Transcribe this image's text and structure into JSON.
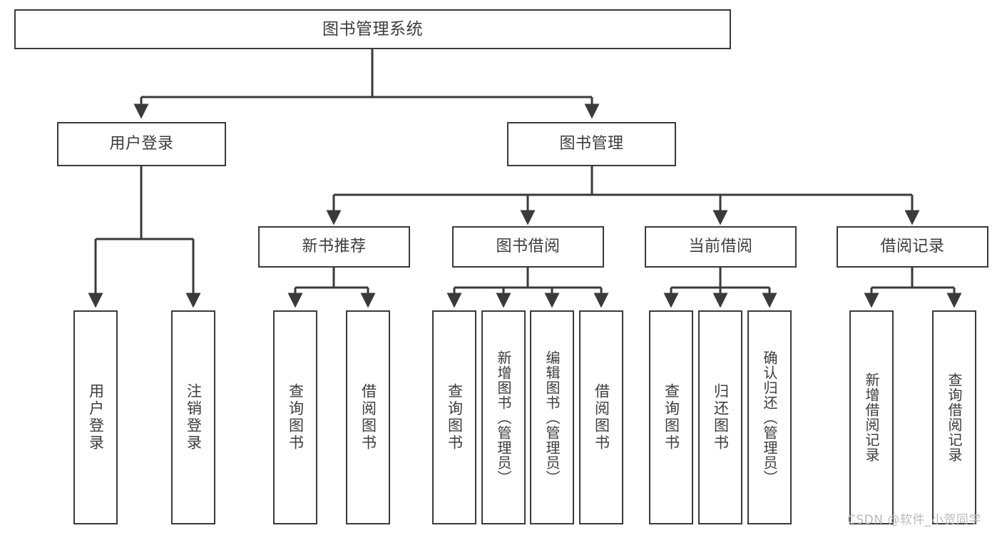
{
  "diagram": {
    "title": "图书管理系统",
    "type": "tree-hierarchy-chart",
    "colors": {
      "box_border": "#3a3a3a",
      "box_fill": "#ffffff",
      "text": "#3c3c3c",
      "edge": "#3a3a3a",
      "watermark": "#b9b9b9",
      "background": "#ffffff"
    },
    "root": {
      "label": "图书管理系统"
    },
    "level2": [
      {
        "label": "用户登录"
      },
      {
        "label": "图书管理"
      }
    ],
    "level3": [
      {
        "label": "新书推荐"
      },
      {
        "label": "图书借阅"
      },
      {
        "label": "当前借阅"
      },
      {
        "label": "借阅记录"
      }
    ],
    "leaves": {
      "user_login": [
        {
          "label": "用户登录"
        },
        {
          "label": "注销登录"
        }
      ],
      "new_book_recommend": [
        {
          "label": "查询图书"
        },
        {
          "label": "借阅图书"
        }
      ],
      "book_borrow": [
        {
          "label": "查询图书"
        },
        {
          "label": "新增图书（管理员）"
        },
        {
          "label": "编辑图书（管理员）"
        },
        {
          "label": "借阅图书"
        }
      ],
      "current_borrow": [
        {
          "label": "查询图书"
        },
        {
          "label": "归还图书"
        },
        {
          "label": "确认归还（管理员）"
        }
      ],
      "borrow_record": [
        {
          "label": "新增借阅记录"
        },
        {
          "label": "查询借阅记录"
        }
      ]
    }
  },
  "watermark": {
    "text": "CSDN @软件_小贺同学"
  }
}
